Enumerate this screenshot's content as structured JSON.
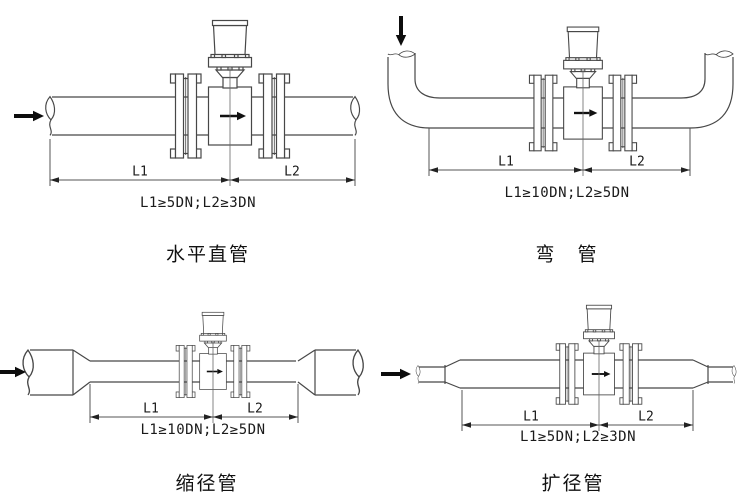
{
  "colors": {
    "background": "#ffffff",
    "line": "#474747",
    "dimension_line": "#555555",
    "arrow": "#0d0d0d",
    "text": "#1a1a1a"
  },
  "diagrams": {
    "horizontal": {
      "caption": "水平直管",
      "l1_label": "L1",
      "l2_label": "L2",
      "rule": "L1≥5DN;L2≥3DN"
    },
    "bend": {
      "caption": "弯　管",
      "l1_label": "L1",
      "l2_label": "L2",
      "rule": "L1≥10DN;L2≥5DN"
    },
    "reducer": {
      "caption": "缩径管",
      "l1_label": "L1",
      "l2_label": "L2",
      "rule": "L1≥10DN;L2≥5DN"
    },
    "expander": {
      "caption": "扩径管",
      "l1_label": "L1",
      "l2_label": "L2",
      "rule": "L1≥5DN;L2≥3DN"
    }
  }
}
